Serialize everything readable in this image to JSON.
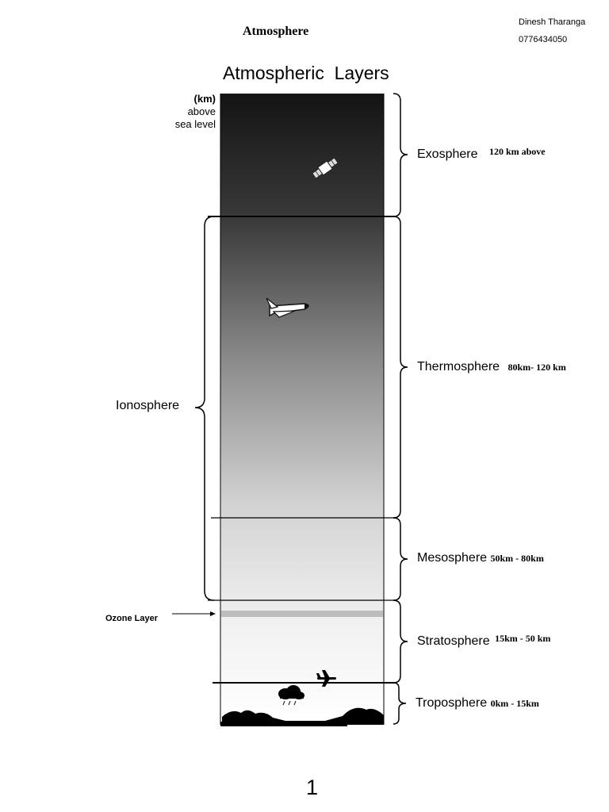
{
  "header": {
    "doc_title": "Atmosphere",
    "author": "Dinesh Tharanga",
    "phone": "0776434050"
  },
  "diagram": {
    "title": "Atmospheric  Layers",
    "unit_label_line1": "(km)",
    "unit_label_line2": "above",
    "unit_label_line3": "sea level",
    "layers": [
      {
        "name": "Exosphere",
        "range": "120 km above"
      },
      {
        "name": "Thermosphere",
        "range": "80km- 120 km"
      },
      {
        "name": "Mesosphere",
        "range": "50km - 80km"
      },
      {
        "name": "Stratosphere",
        "range": "15km - 50 km"
      },
      {
        "name": "Troposphere",
        "range": "0km - 15km"
      }
    ],
    "ionosphere_label": "Ionosphere",
    "ozone_label": "Ozone Layer",
    "icons": [
      "satellite-icon",
      "space-shuttle-icon",
      "airplane-icon",
      "rain-cloud-icon",
      "mountains-icon"
    ],
    "colors": {
      "sky_top": "#141414",
      "sky_bottom": "#ffffff",
      "ozone_band": "#bdbdbd"
    }
  },
  "footer": {
    "page_number": "1"
  }
}
